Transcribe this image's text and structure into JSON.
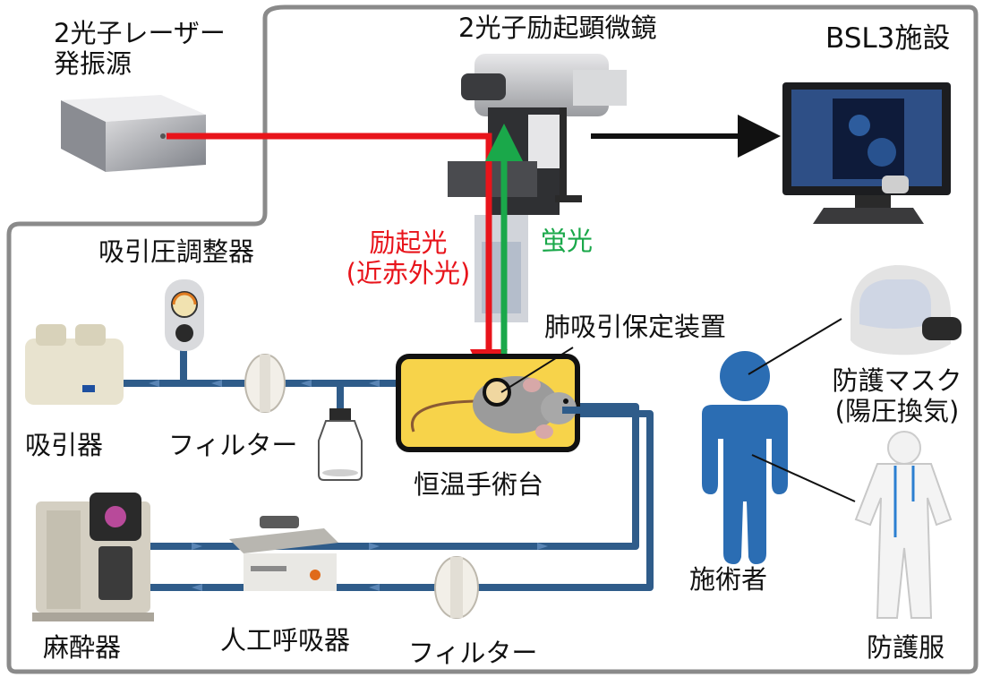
{
  "facility": {
    "label": "BSL3施設"
  },
  "laser": {
    "label": "2光子レーザー\n発振源"
  },
  "microscope": {
    "label": "2光子励起顕微鏡"
  },
  "excitation": {
    "label": "励起光\n(近赤外光)"
  },
  "fluorescence": {
    "label": "蛍光"
  },
  "suction_regulator": {
    "label": "吸引圧調整器"
  },
  "suction_pump": {
    "label": "吸引器"
  },
  "filter_top": {
    "label": "フィルター"
  },
  "lung_holder": {
    "label": "肺吸引保定装置"
  },
  "warm_table": {
    "label": "恒温手術台"
  },
  "operator": {
    "label": "施術者"
  },
  "mask": {
    "label": "防護マスク\n(陽圧換気)"
  },
  "suit": {
    "label": "防護服"
  },
  "anesthesia": {
    "label": "麻酔器"
  },
  "ventilator": {
    "label": "人工呼吸器"
  },
  "filter_bottom": {
    "label": "フィルター"
  },
  "colors": {
    "laser_beam": "#e8141b",
    "fluorescence_beam": "#1aa84a",
    "tubing": "#2f5c8a",
    "table_fill": "#f7d34a",
    "person": "#2b6db3"
  }
}
